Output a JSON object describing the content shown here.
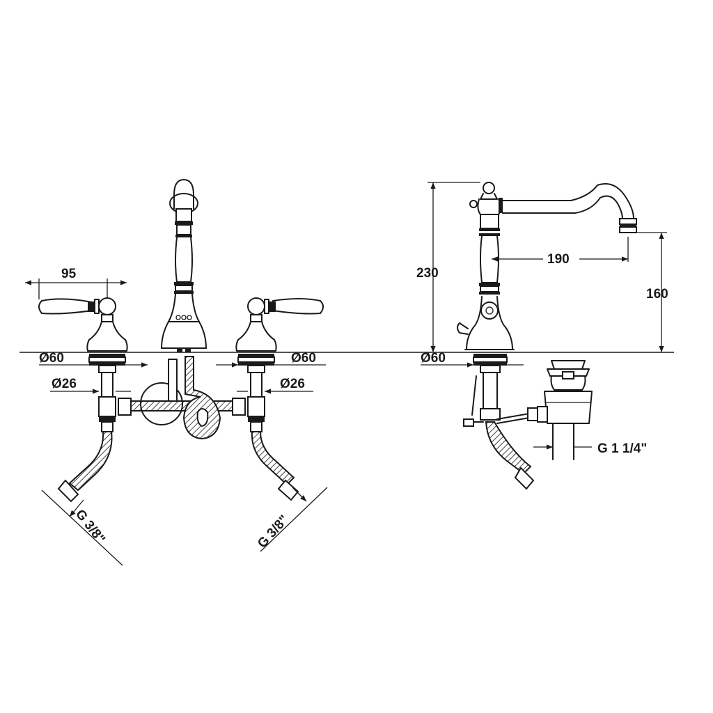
{
  "dimensions": {
    "handle_reach": "95",
    "diameter_base_left": "Ø60",
    "diameter_shank_left": "Ø26",
    "diameter_base_right": "Ø60",
    "diameter_shank_right": "Ø26",
    "hose_thread_left": "G 3/8\"",
    "hose_thread_right": "G 3/8\"",
    "spout_height": "230",
    "spout_reach": "190",
    "outlet_height": "160",
    "side_base_diameter": "Ø60",
    "waste_thread": "G 1 1/4\""
  }
}
